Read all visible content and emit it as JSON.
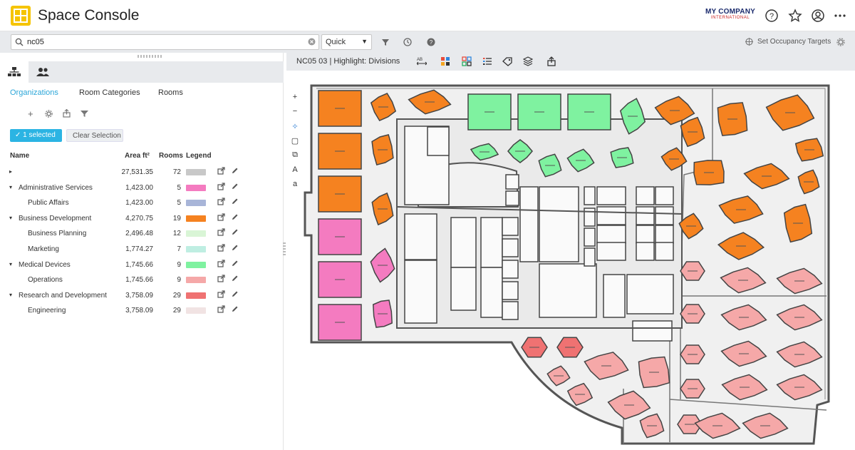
{
  "app": {
    "title": "Space Console"
  },
  "company": {
    "line1": "MY COMPANY",
    "line2": "INTERNATIONAL"
  },
  "search": {
    "value": "nc05",
    "quick_label": "Quick"
  },
  "toolbar": {
    "occupancy_label": "Set Occupancy Targets"
  },
  "left_panel": {
    "subtabs": [
      "Organizations",
      "Room Categories",
      "Rooms"
    ],
    "selected_label": "1 selected",
    "clear_label": "Clear Selection",
    "columns": {
      "name": "Name",
      "area": "Area ft²",
      "rooms": "Rooms",
      "legend": "Legend"
    },
    "rows": [
      {
        "name": "",
        "area": "27,531.35",
        "rooms": "72",
        "color": "#c8c8c8",
        "level": 0,
        "caret": "▸"
      },
      {
        "name": "Administrative Services",
        "area": "1,423.00",
        "rooms": "5",
        "color": "#f47bc0",
        "level": 0,
        "caret": "▾"
      },
      {
        "name": "Public Affairs",
        "area": "1,423.00",
        "rooms": "5",
        "color": "#a8b5d8",
        "level": 1,
        "caret": ""
      },
      {
        "name": "Business Development",
        "area": "4,270.75",
        "rooms": "19",
        "color": "#f58220",
        "level": 0,
        "caret": "▾"
      },
      {
        "name": "Business Planning",
        "area": "2,496.48",
        "rooms": "12",
        "color": "#d9f5d6",
        "level": 1,
        "caret": ""
      },
      {
        "name": "Marketing",
        "area": "1,774.27",
        "rooms": "7",
        "color": "#bfeee2",
        "level": 1,
        "caret": ""
      },
      {
        "name": "Medical Devices",
        "area": "1,745.66",
        "rooms": "9",
        "color": "#7ff2a0",
        "level": 0,
        "caret": "▾"
      },
      {
        "name": "Operations",
        "area": "1,745.66",
        "rooms": "9",
        "color": "#f5a8a8",
        "level": 1,
        "caret": ""
      },
      {
        "name": "Research and Development",
        "area": "3,758.09",
        "rooms": "29",
        "color": "#ef7272",
        "level": 0,
        "caret": "▾"
      },
      {
        "name": "Engineering",
        "area": "3,758.09",
        "rooms": "29",
        "color": "#f1e3e3",
        "level": 1,
        "caret": ""
      }
    ]
  },
  "main": {
    "header_title": "NC05 03 | Highlight: Divisions"
  },
  "zoom_tools": [
    "+",
    "−",
    "✧",
    "▢",
    "⧉",
    "A",
    "a"
  ]
}
